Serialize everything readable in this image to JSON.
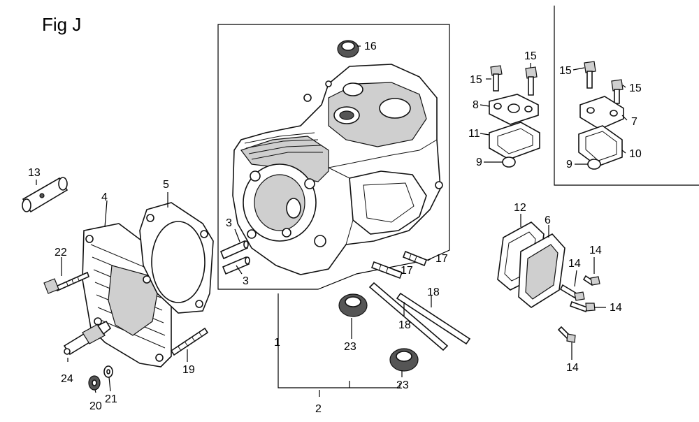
{
  "figure": {
    "title": "Fig J"
  },
  "callouts": {
    "c1": "1",
    "c2": "2",
    "c3a": "3",
    "c3b": "3",
    "c4": "4",
    "c5": "5",
    "c6": "6",
    "c7": "7",
    "c8": "8",
    "c9a": "9",
    "c9b": "9",
    "c10": "10",
    "c11": "11",
    "c12": "12",
    "c13": "13",
    "c14a": "14",
    "c14b": "14",
    "c14c": "14",
    "c14d": "14",
    "c15a": "15",
    "c15b": "15",
    "c15c": "15",
    "c15d": "15",
    "c16": "16",
    "c17a": "17",
    "c17b": "17",
    "c18a": "18",
    "c18b": "18",
    "c19": "19",
    "c20": "20",
    "c21": "21",
    "c22": "22",
    "c23a": "23",
    "c23b": "23",
    "c24": "24"
  }
}
